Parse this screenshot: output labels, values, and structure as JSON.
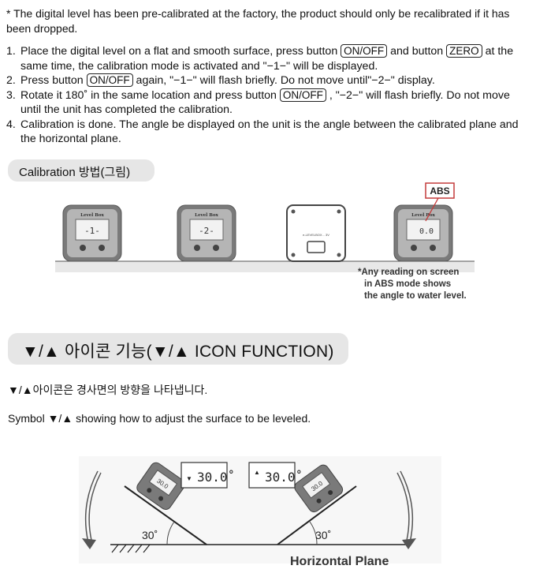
{
  "note": "* The digital level has been pre-calibrated at the factory, the product should only be recalibrated if it has been dropped.",
  "steps": [
    {
      "num": "1.",
      "a": "Place the digital level on a flat and smooth surface, press button ",
      "k1": "ON/OFF",
      "b": " and button ",
      "k2": "ZERO",
      "c": " at the  same time, the calibration mode is activated and \"−1−\" will be displayed."
    },
    {
      "num": "2.",
      "a": "Press button ",
      "k1": "ON/OFF",
      "b": " again, \"−1−\" will flash briefly. Do not move until\"−2−\" display."
    },
    {
      "num": "3.",
      "a": "Rotate it 180˚ in the same location and press button ",
      "k1": "ON/OFF",
      "b": " , \"−2−\" will flash briefly. Do not move until the unit has completed the calibration."
    },
    {
      "num": "4.",
      "a": "Calibration is done. The angle be displayed on the unit is the angle between the calibrated plane and the horizontal plane."
    }
  ],
  "section1_title": "Calibration 방법(그림)",
  "devices": {
    "brand": "Level Box",
    "screen1": "-1-",
    "screen2": "-2-",
    "back_label": "e-LEVELBOX... 3V",
    "screen4": "0.0",
    "abs_label": "ABS"
  },
  "abs_note": [
    "*Any reading on screen",
    "in ABS mode shows",
    "the angle to water level."
  ],
  "section2_title": "▼/▲ 아이콘 기능(▼/▲ ICON FUNCTION)",
  "kr_text": "▼/▲아이콘은 경사면의 방향을 나타냅니다.",
  "en_text": "Symbol ▼/▲ showing how to adjust the surface to be leveled.",
  "diagram": {
    "left_reading": "30.0˚",
    "right_reading": "30.0˚",
    "left_arrow": "▼",
    "right_arrow": "▲",
    "left_angle": "30˚",
    "right_angle": "30˚",
    "device_reading": "30.0",
    "plane_label": "Horizontal Plane"
  }
}
